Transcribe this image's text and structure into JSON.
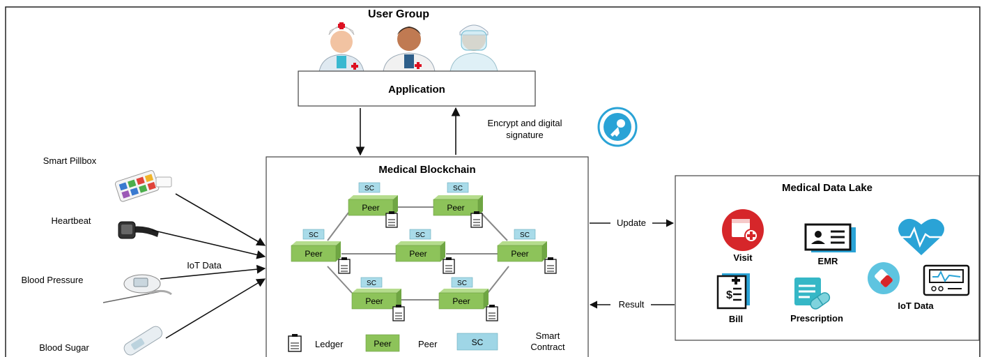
{
  "user_group": {
    "title": "User Group",
    "application": "Application"
  },
  "security": {
    "line1": "Encrypt and digital",
    "line2": "signature"
  },
  "devices": {
    "items": [
      "Smart Pillbox",
      "Heartbeat",
      "Blood Pressure",
      "Blood Sugar"
    ],
    "iot_label": "IoT Data"
  },
  "blockchain": {
    "title": "Medical Blockchain",
    "peer_label": "Peer",
    "sc_label": "SC",
    "legend": {
      "ledger": "Ledger",
      "peer_box": "Peer",
      "peer": "Peer",
      "sc_box": "SC",
      "smart": "Smart",
      "contract": "Contract"
    }
  },
  "flows": {
    "update": "Update",
    "result": "Result"
  },
  "data_lake": {
    "title": "Medical Data Lake",
    "items": [
      "Visit",
      "EMR",
      "Bill",
      "Prescription",
      "IoT Data"
    ]
  },
  "colors": {
    "peer_green": "#8dc35a",
    "sc_blue": "#9fd6e6",
    "accent_blue": "#2aa3d6",
    "visit_red": "#d6262a"
  }
}
